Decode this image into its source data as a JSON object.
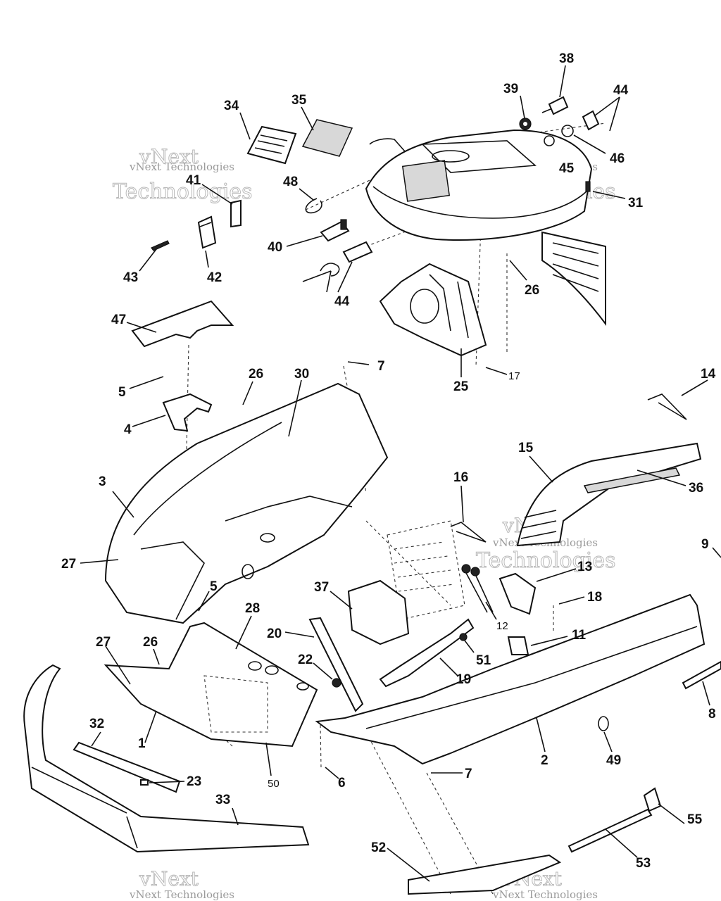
{
  "diagram": {
    "callouts": [
      {
        "id": "c38",
        "text": "38"
      },
      {
        "id": "c39",
        "text": "39"
      },
      {
        "id": "c44a",
        "text": "44"
      },
      {
        "id": "c34",
        "text": "34"
      },
      {
        "id": "c35",
        "text": "35"
      },
      {
        "id": "c46",
        "text": "46"
      },
      {
        "id": "c45",
        "text": "45"
      },
      {
        "id": "c31",
        "text": "31"
      },
      {
        "id": "c41",
        "text": "41"
      },
      {
        "id": "c48",
        "text": "48"
      },
      {
        "id": "c40",
        "text": "40"
      },
      {
        "id": "c43",
        "text": "43"
      },
      {
        "id": "c42",
        "text": "42"
      },
      {
        "id": "c44b",
        "text": "44"
      },
      {
        "id": "c26a",
        "text": "26"
      },
      {
        "id": "c47",
        "text": "47"
      },
      {
        "id": "c7a",
        "text": "7"
      },
      {
        "id": "c26b",
        "text": "26"
      },
      {
        "id": "c30",
        "text": "30"
      },
      {
        "id": "c25",
        "text": "25"
      },
      {
        "id": "c17",
        "text": "17"
      },
      {
        "id": "c5a",
        "text": "5"
      },
      {
        "id": "c4",
        "text": "4"
      },
      {
        "id": "c14",
        "text": "14"
      },
      {
        "id": "c15",
        "text": "15"
      },
      {
        "id": "c3",
        "text": "3"
      },
      {
        "id": "c36",
        "text": "36"
      },
      {
        "id": "c16",
        "text": "16"
      },
      {
        "id": "c27a",
        "text": "27"
      },
      {
        "id": "c9",
        "text": "9"
      },
      {
        "id": "c13",
        "text": "13"
      },
      {
        "id": "c5b",
        "text": "5"
      },
      {
        "id": "c28",
        "text": "28"
      },
      {
        "id": "c37",
        "text": "37"
      },
      {
        "id": "c18",
        "text": "18"
      },
      {
        "id": "c12",
        "text": "12"
      },
      {
        "id": "c27b",
        "text": "27"
      },
      {
        "id": "c26c",
        "text": "26"
      },
      {
        "id": "c20",
        "text": "20"
      },
      {
        "id": "c11",
        "text": "11"
      },
      {
        "id": "c51",
        "text": "51"
      },
      {
        "id": "c22",
        "text": "22"
      },
      {
        "id": "c19",
        "text": "19"
      },
      {
        "id": "c8",
        "text": "8"
      },
      {
        "id": "c32",
        "text": "32"
      },
      {
        "id": "c1",
        "text": "1"
      },
      {
        "id": "c2",
        "text": "2"
      },
      {
        "id": "c49",
        "text": "49"
      },
      {
        "id": "c50",
        "text": "50"
      },
      {
        "id": "c6",
        "text": "6"
      },
      {
        "id": "c7b",
        "text": "7"
      },
      {
        "id": "c23",
        "text": "23"
      },
      {
        "id": "c33",
        "text": "33"
      },
      {
        "id": "c55",
        "text": "55"
      },
      {
        "id": "c52",
        "text": "52"
      },
      {
        "id": "c53",
        "text": "53"
      }
    ],
    "watermark": {
      "line1": "vNext",
      "line2": "Technologies",
      "small": "vNext Technologies"
    }
  }
}
